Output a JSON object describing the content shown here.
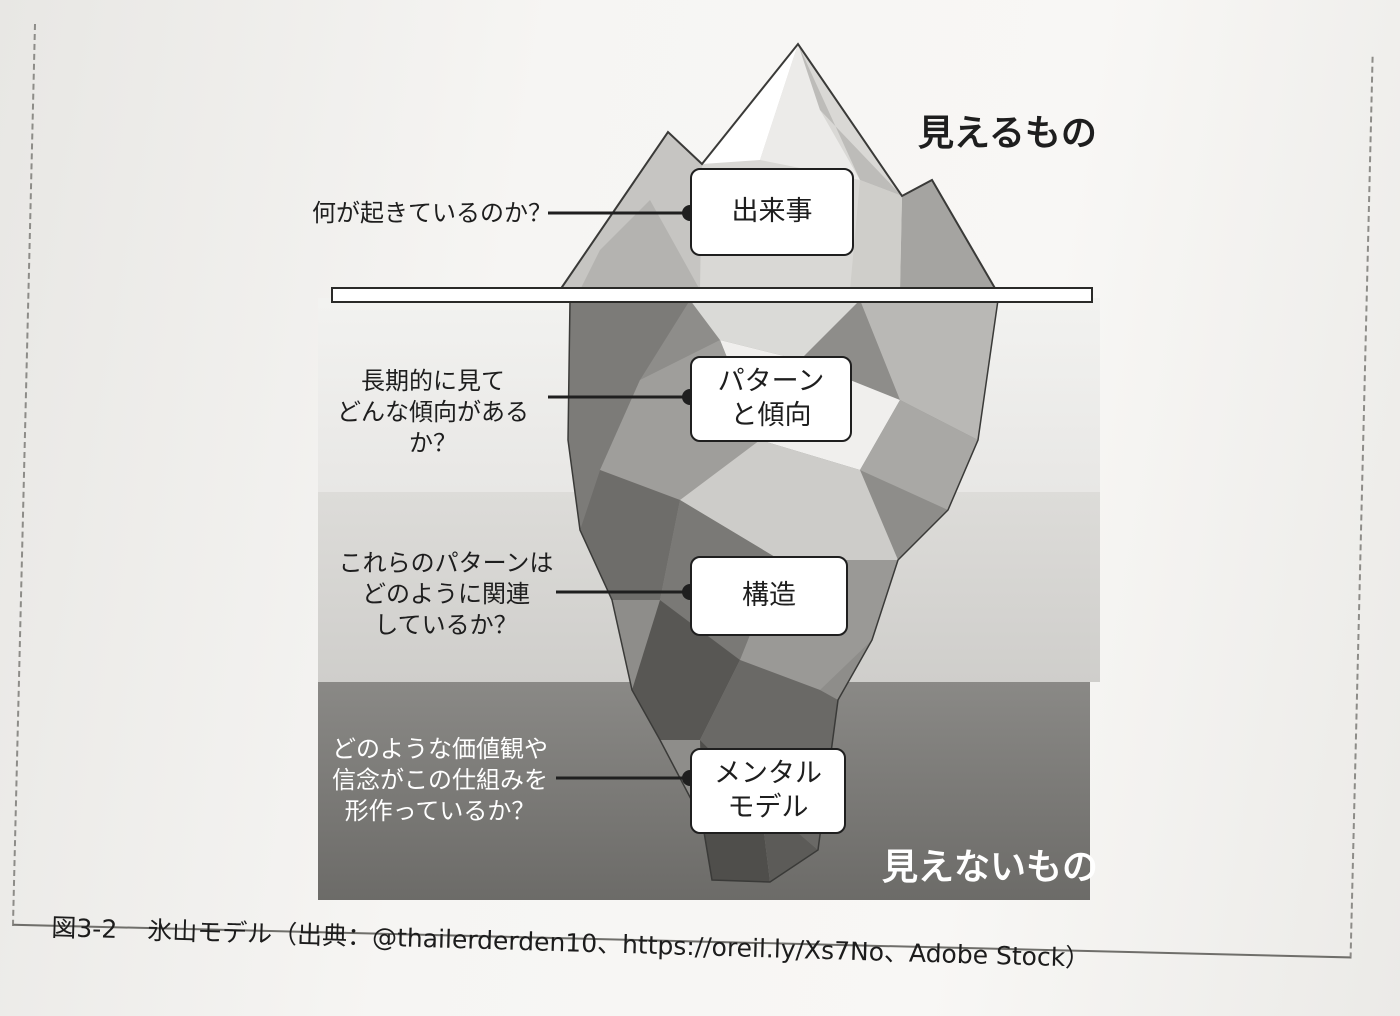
{
  "figure": {
    "visible_label": "見えるもの",
    "hidden_label": "見えないもの"
  },
  "levels": [
    {
      "question": "何が起きているのか？",
      "box": "出来事"
    },
    {
      "question": "長期的に見て\nどんな傾向があるか？",
      "box": "パターン\nと傾向"
    },
    {
      "question": "これらのパターンは\nどのように関連\nしているか？",
      "box": "構造"
    },
    {
      "question": "どのような価値観や\n信念がこの仕組みを\n形作っているか？",
      "box": "メンタル\nモデル"
    }
  ],
  "caption": {
    "figure_number": "図3-2",
    "text": "氷山モデル（出典：@thailerderden10、https://oreil.ly/Xs7No、Adobe Stock）"
  },
  "colors": {
    "water_light": "#ededeb",
    "water_mid": "#d5d4d1",
    "water_deep": "#7c7b78",
    "ice_light": "#f2f2f0",
    "ice_mid": "#a9a8a5",
    "ice_dark": "#5f5e5b"
  }
}
